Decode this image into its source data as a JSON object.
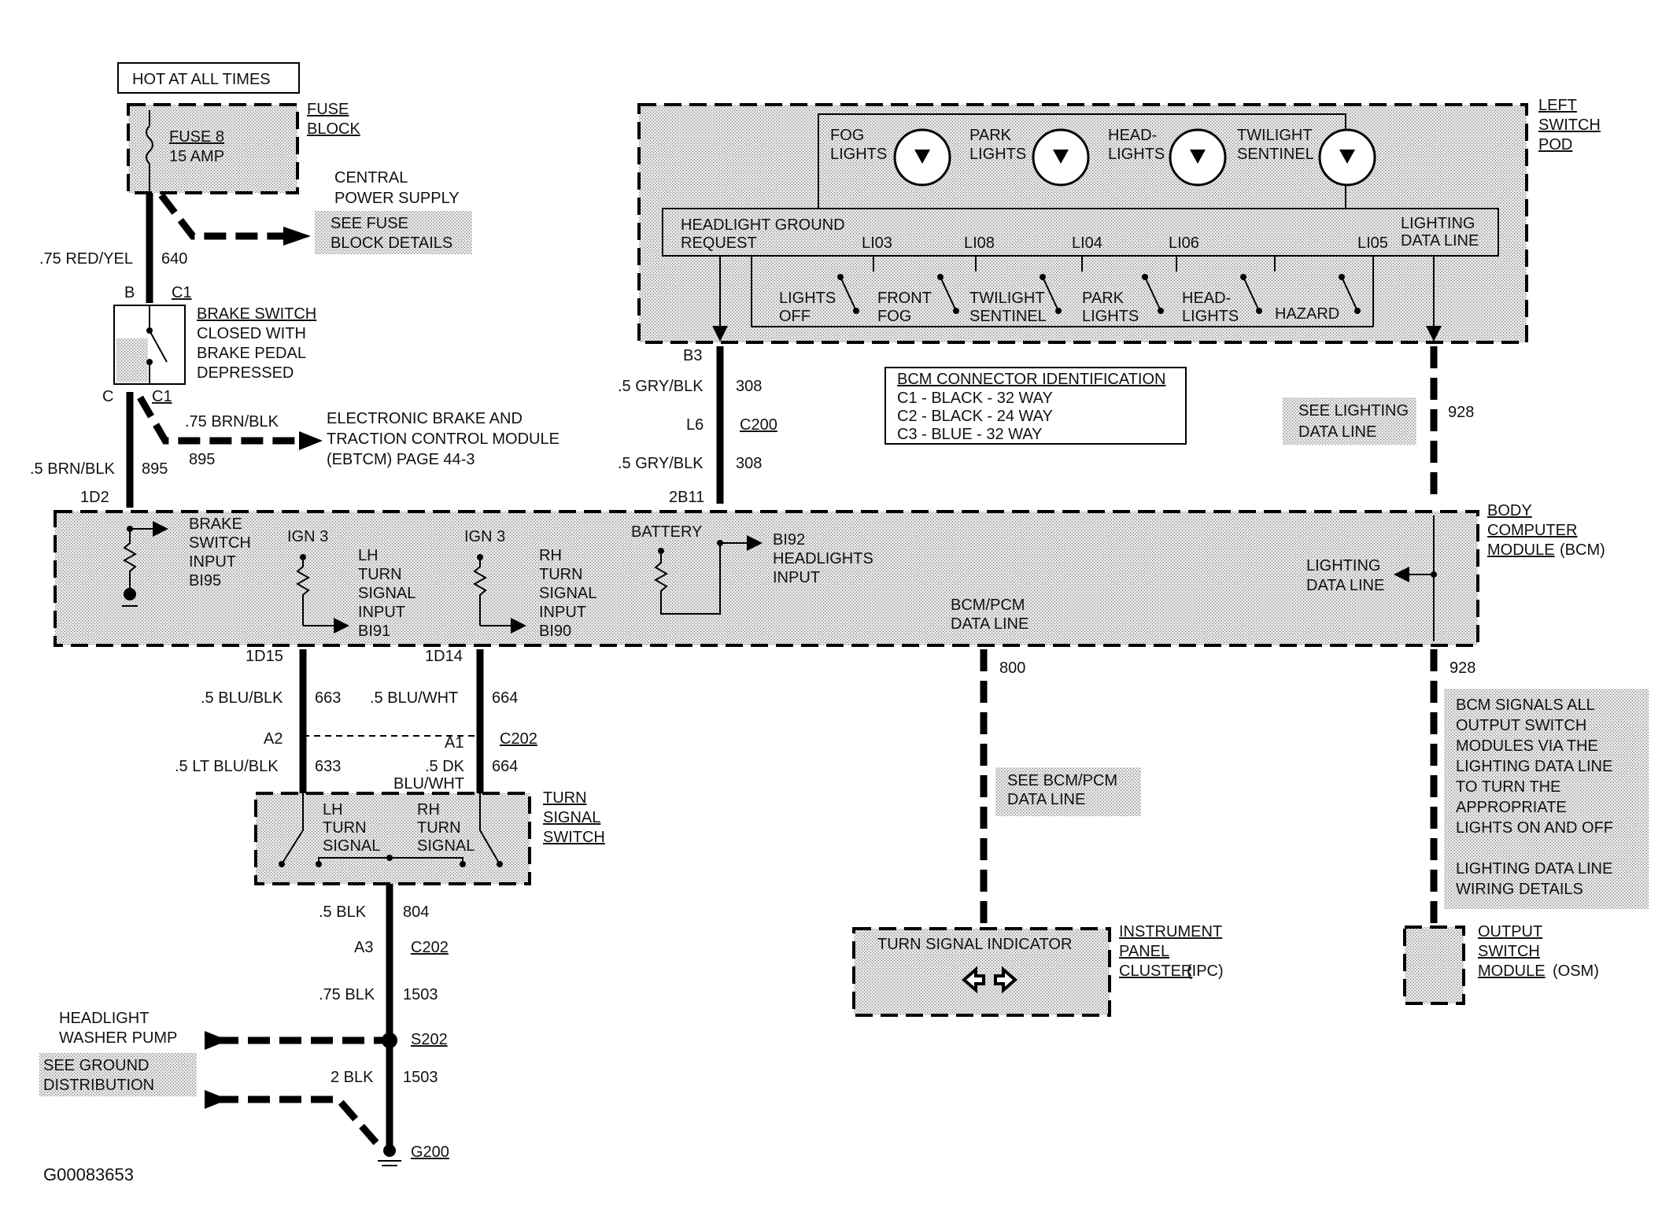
{
  "hot_label": "HOT AT ALL TIMES",
  "fuse_block": {
    "l1": "FUSE",
    "l2": "BLOCK",
    "fuse1": "FUSE 8",
    "fuse2": "15 AMP"
  },
  "cps": {
    "l1": "CENTRAL",
    "l2": "POWER SUPPLY",
    "l3": "SEE FUSE",
    "l4": "BLOCK DETAILS"
  },
  "w640": {
    "gauge": ".75 RED/YEL",
    "num": "640"
  },
  "brake": {
    "pinb": "B",
    "conn1": "C1",
    "l1": "BRAKE SWITCH",
    "l2": "CLOSED WITH",
    "l3": "BRAKE PEDAL",
    "l4": "DEPRESSED",
    "pinc": "C",
    "conn2": "C1"
  },
  "ebtcm": {
    "gauge": ".75 BRN/BLK",
    "num": "895",
    "l1": "ELECTRONIC BRAKE AND",
    "l2": "TRACTION CONTROL MODULE",
    "l3": "(EBTCM) PAGE 44-3"
  },
  "w895": {
    "gauge": ".5 BRN/BLK",
    "num": "895",
    "pin": "1D2"
  },
  "bcm": {
    "l1": "BODY",
    "l2": "COMPUTER",
    "l3": "MODULE",
    "l3b": "(BCM)",
    "brake1": "BRAKE",
    "brake2": "SWITCH",
    "brake3": "INPUT",
    "brake4": "BI95",
    "ign1": "IGN 3",
    "ign2": "IGN 3",
    "lh1": "LH",
    "lh2": "TURN",
    "lh3": "SIGNAL",
    "lh4": "INPUT",
    "lh5": "BI91",
    "rh1": "RH",
    "rh2": "TURN",
    "rh3": "SIGNAL",
    "rh4": "INPUT",
    "rh5": "BI90",
    "battery": "BATTERY",
    "hl1": "BI92",
    "hl2": "HEADLIGHTS",
    "hl3": "INPUT",
    "pcm1": "BCM/PCM",
    "pcm2": "DATA LINE",
    "ld1": "LIGHTING",
    "ld2": "DATA LINE"
  },
  "pod": {
    "l1": "LEFT",
    "l2": "SWITCH",
    "l3": "POD",
    "fog1": "FOG",
    "fog2": "LIGHTS",
    "park1": "PARK",
    "park2": "LIGHTS",
    "head1": "HEAD-",
    "head2": "LIGHTS",
    "twi1": "TWILIGHT",
    "twi2": "SENTINEL",
    "req1": "HEADLIGHT  GROUND",
    "req2": "REQUEST",
    "li03": "LI03",
    "li08": "LI08",
    "li04": "LI04",
    "li06": "LI06",
    "li05": "LI05",
    "ldl1": "LIGHTING",
    "ldl2": "DATA LINE",
    "s1a": "LIGHTS",
    "s1b": "OFF",
    "s2a": "FRONT",
    "s2b": "FOG",
    "s3a": "TWILIGHT",
    "s3b": "SENTINEL",
    "s4a": "PARK",
    "s4b": "LIGHTS",
    "s5a": "HEAD-",
    "s5b": "LIGHTS",
    "s6": "HAZARD"
  },
  "w308": {
    "pin1": "B3",
    "gauge1": ".5 GRY/BLK",
    "num1": "308",
    "pin2": "L6",
    "conn": "C200",
    "gauge2": ".5 GRY/BLK",
    "num2": "308",
    "pin3": "2B11"
  },
  "bcm_conn": {
    "title": "BCM CONNECTOR IDENTIFICATION",
    "c1": "C1 - BLACK - 32 WAY",
    "c2": "C2 - BLACK - 24 WAY",
    "c3": "C3 - BLUE - 32 WAY"
  },
  "see_lighting": {
    "l1": "SEE LIGHTING",
    "l2": "DATA LINE",
    "num": "928"
  },
  "w663": {
    "pin1": "1D15",
    "gauge1": ".5 BLU/BLK",
    "num1": "663",
    "pin2": "A2",
    "gauge2": ".5 LT BLU/BLK",
    "num2": "633"
  },
  "w664": {
    "pin1": "1D14",
    "gauge1": ".5 BLU/WHT",
    "num1": "664",
    "pin2": "A1",
    "conn": "C202",
    "gauge2a": ".5 DK",
    "gauge2b": "BLU/WHT",
    "num2": "664"
  },
  "tss": {
    "l1": "TURN",
    "l2": "SIGNAL",
    "l3": "SWITCH",
    "lh1": "LH",
    "lh2": "TURN",
    "lh3": "SIGNAL",
    "rh1": "RH",
    "rh2": "TURN",
    "rh3": "SIGNAL"
  },
  "w804": {
    "gauge": ".5  BLK",
    "num": "804",
    "pin": "A3",
    "conn": "C202"
  },
  "w1503": {
    "gauge1": ".75 BLK",
    "num1": "1503",
    "splice": "S202",
    "gauge2": "2 BLK",
    "num2": "1503",
    "ground": "G200"
  },
  "washer": {
    "l1": "HEADLIGHT",
    "l2": "WASHER PUMP",
    "l3": "SEE GROUND",
    "l4": "DISTRIBUTION"
  },
  "w800": {
    "num": "800",
    "see1": "SEE BCM/PCM",
    "see2": "DATA LINE"
  },
  "ipc": {
    "title": "TURN SIGNAL INDICATOR",
    "l1": "INSTRUMENT",
    "l2": "PANEL",
    "l3": "CLUSTER",
    "l3b": "(IPC)"
  },
  "w928b": {
    "num": "928"
  },
  "osm_note": {
    "l1": "BCM SIGNALS ALL",
    "l2": "OUTPUT SWITCH",
    "l3": "MODULES VIA THE",
    "l4": "LIGHTING DATA LINE",
    "l5": "TO TURN THE",
    "l6": "APPROPRIATE",
    "l7": "LIGHTS ON AND OFF",
    "l8": "LIGHTING DATA LINE",
    "l9": "WIRING DETAILS"
  },
  "osm": {
    "l1": "OUTPUT",
    "l2": "SWITCH",
    "l3": "MODULE",
    "l3b": "(OSM)"
  },
  "figure_id": "G00083653"
}
